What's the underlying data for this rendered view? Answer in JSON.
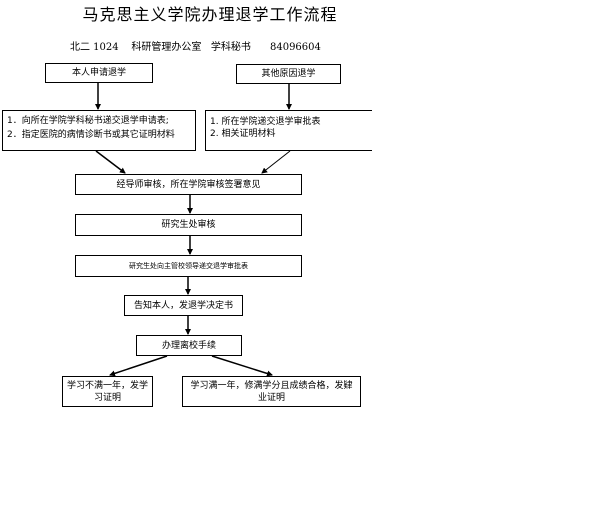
{
  "document": {
    "title": "马克思主义学院办理退学工作流程",
    "contact": {
      "location": "北二 1024",
      "office": "科研管理办公室",
      "role": "学科秘书",
      "phone": "84096604"
    }
  },
  "flowchart": {
    "start_self": "本人申请退学",
    "start_other": "其他原因退学",
    "self_requirements": [
      "1．向所在学院学科秘书递交退学申请表;",
      "2．指定医院的病情诊断书或其它证明材料"
    ],
    "other_requirements": [
      "1.  所在学院递交退学审批表",
      "2.  相关证明材料"
    ],
    "step_advisor_review": "经导师审核，所在学院审核签署意见",
    "step_graduate_office_review": "研究生处审核",
    "step_submit_to_leader": "研究生处向主管校领导递交退学审批表",
    "step_notify": "告知本人，发退学决定书",
    "step_leave_procedures": "办理离校手续",
    "outcome_under_one_year": "学习不满一年，发学习证明",
    "outcome_over_one_year": "学习满一年，修满学分且成绩合格，发肄业证明"
  }
}
